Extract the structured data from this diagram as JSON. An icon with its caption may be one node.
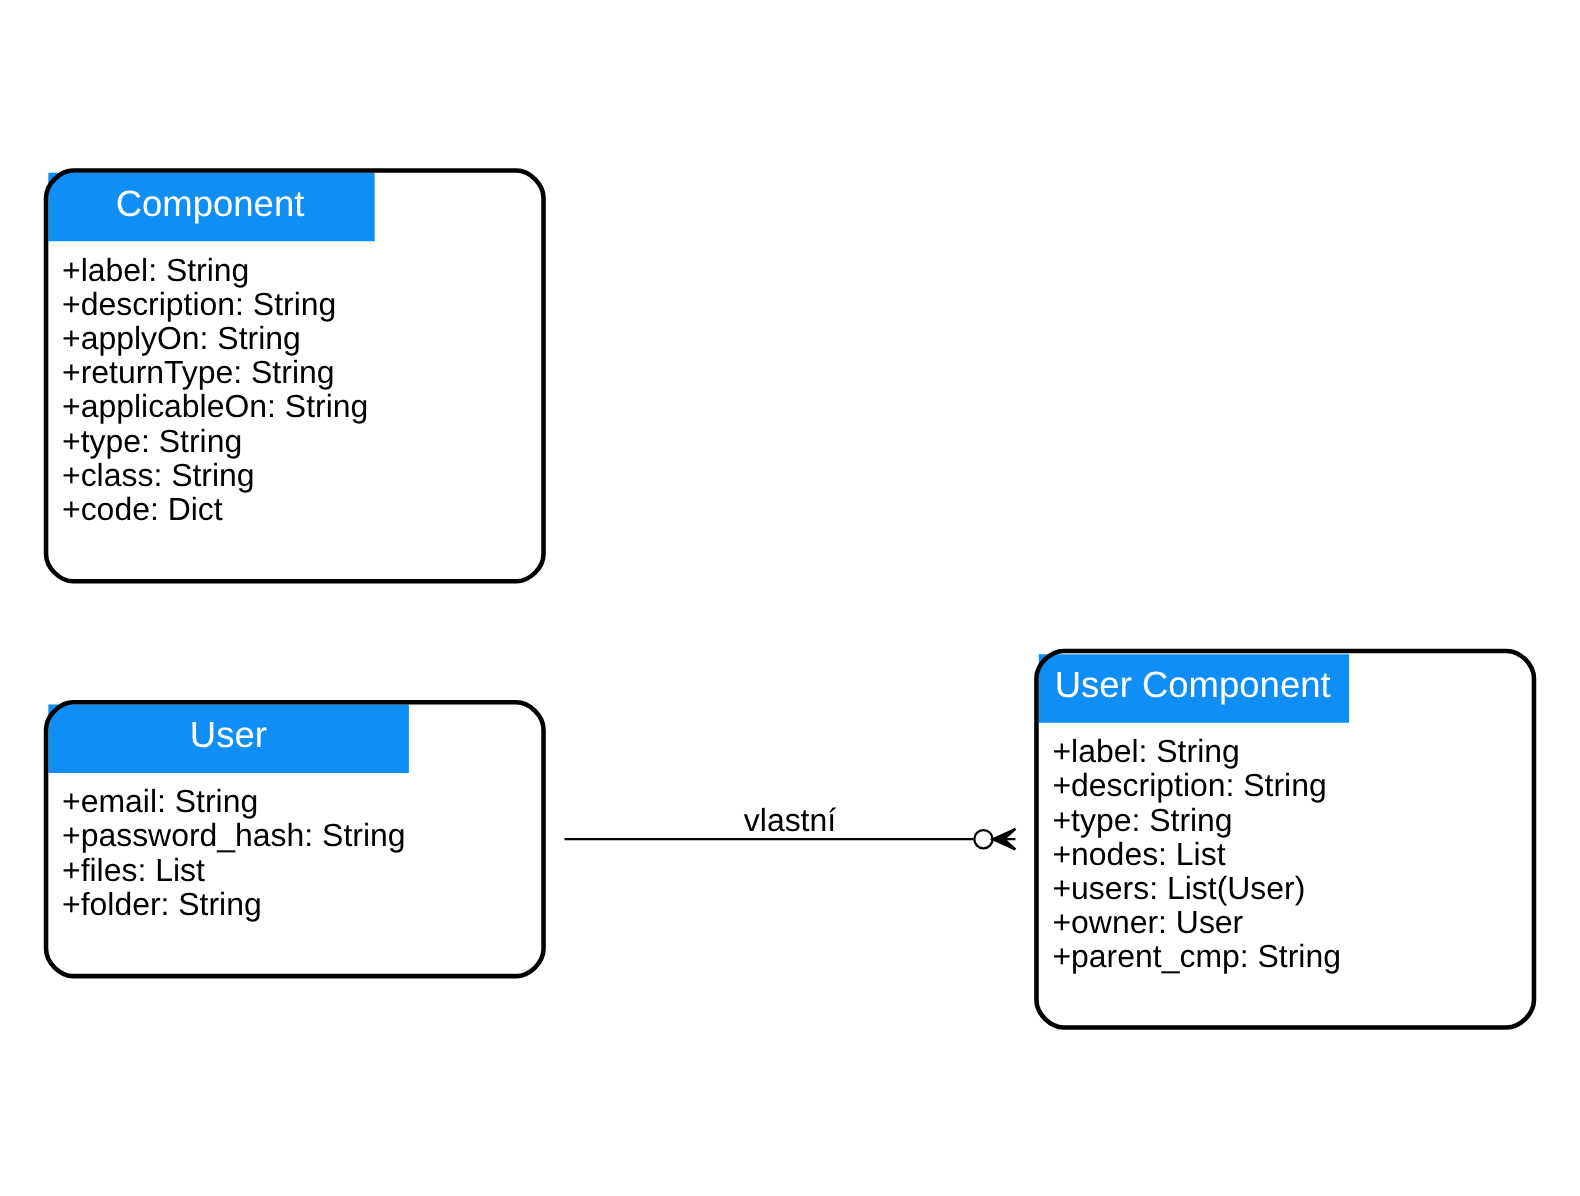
{
  "diagram": {
    "nodes": [
      {
        "text": [
          "User",
          "+email: String",
          "+password_hash: String",
          "+files: List",
          "+folder: String"
        ]
      },
      {
        "text": [
          "User Component",
          "+label: String",
          "+description: String",
          "+type: String",
          "+nodes: List",
          "+users: List(User)",
          "+owner: User",
          "+parent_cmp: String"
        ]
      },
      {
        "text": [
          "Component",
          "+label: String",
          "+description: String",
          "+applyOn: String",
          "+returnType: String",
          "+applicableOn: String",
          "+type: String",
          "+class: String",
          "+code: Dict"
        ]
      }
    ],
    "edges": [
      {
        "from": 0,
        "to": 1,
        "arrow": "other",
        "label": "vlastní"
      }
    ]
  }
}
